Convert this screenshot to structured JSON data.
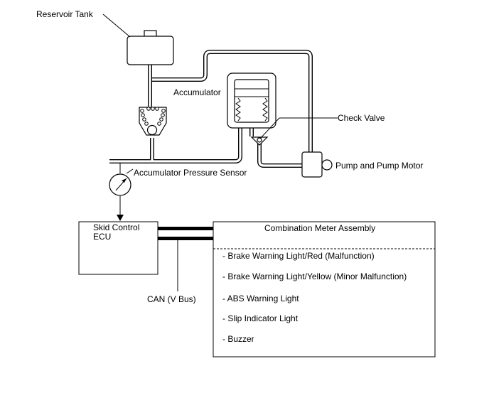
{
  "labels": {
    "reservoir_tank": "Reservoir Tank",
    "accumulator": "Accumulator",
    "check_valve": "Check Valve",
    "pump_and_pump_motor": "Pump and Pump Motor",
    "accumulator_pressure_sensor": "Accumulator Pressure Sensor",
    "skid_control_ecu_line1": "Skid Control",
    "skid_control_ecu_line2": "ECU",
    "can_bus": "CAN (V Bus)",
    "combination_meter_assembly": "Combination Meter Assembly"
  },
  "meter_items": [
    "- Brake Warning Light/Red (Malfunction)",
    "- Brake Warning Light/Yellow (Minor Malfunction)",
    "- ABS Warning Light",
    "- Slip Indicator Light",
    "- Buzzer"
  ]
}
